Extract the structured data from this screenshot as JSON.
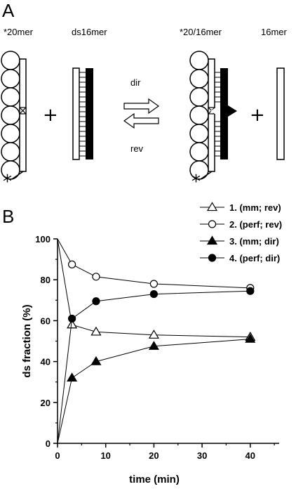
{
  "panel_a": {
    "label": "A",
    "left_probe_label": "*20mer",
    "left_duplex_label": "ds16mer",
    "right_probe_label": "*20/16mer",
    "right_strand_label": "16mer",
    "plus": "+",
    "forward_label": "dir",
    "reverse_label": "rev",
    "asterisk": "*"
  },
  "panel_b": {
    "label": "B"
  },
  "chart_data": {
    "type": "line",
    "title": "",
    "xlabel": "time (min)",
    "ylabel": "ds fraction (%)",
    "xlim": [
      0,
      46
    ],
    "ylim": [
      0,
      100
    ],
    "xticks": [
      0,
      10,
      20,
      30,
      40
    ],
    "yticks": [
      0,
      20,
      40,
      60,
      80,
      100
    ],
    "grid": false,
    "legend_position": "top-right",
    "series": [
      {
        "name": "1. (mm; rev)",
        "marker": "triangle-open",
        "x": [
          0,
          3,
          8,
          20,
          40
        ],
        "y": [
          100,
          58,
          54.5,
          53,
          52
        ]
      },
      {
        "name": "2. (perf; rev)",
        "marker": "circle-open",
        "x": [
          0,
          3,
          8,
          20,
          40
        ],
        "y": [
          100,
          87.5,
          81.5,
          78,
          76
        ]
      },
      {
        "name": "3. (mm; dir)",
        "marker": "triangle-filled",
        "x": [
          0,
          3,
          8,
          20,
          40
        ],
        "y": [
          0,
          32,
          40,
          47.5,
          51
        ]
      },
      {
        "name": "4. (perf; dir)",
        "marker": "circle-filled",
        "x": [
          0,
          3,
          8,
          20,
          40
        ],
        "y": [
          0,
          61,
          69.5,
          73,
          74.5
        ]
      }
    ]
  }
}
